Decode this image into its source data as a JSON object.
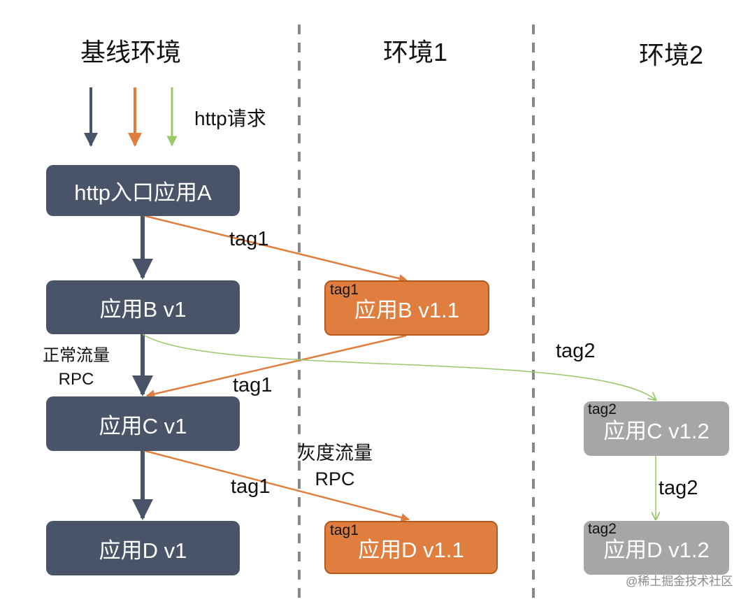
{
  "columns": {
    "baseline": "基线环境",
    "env1": "环境1",
    "env2": "环境2"
  },
  "http_request_label": "http请求",
  "boxes": {
    "a": {
      "label": "http入口应用A"
    },
    "b": {
      "label": "应用B v1"
    },
    "c": {
      "label": "应用C v1"
    },
    "d": {
      "label": "应用D v1"
    },
    "b11": {
      "label": "应用B v1.1",
      "tag": "tag1"
    },
    "d11": {
      "label": "应用D v1.1",
      "tag": "tag1"
    },
    "c12": {
      "label": "应用C v1.2",
      "tag": "tag2"
    },
    "d12": {
      "label": "应用D v1.2",
      "tag": "tag2"
    }
  },
  "edge_labels": {
    "a_to_b11": "tag1",
    "b11_to_c": "tag1",
    "c_to_d11": "tag1",
    "b_to_c12": "tag2",
    "c12_to_d12": "tag2"
  },
  "notes": {
    "normal_traffic": "正常流量",
    "normal_rpc": "RPC",
    "gray_traffic": "灰度流量",
    "gray_rpc": "RPC"
  },
  "watermark": "@稀土掘金技术社区",
  "colors": {
    "baseline_box": "#4a5468",
    "env1_box": "#df7e3f",
    "env2_box": "#a6a6a6",
    "tag1_arrow": "#df7e3f",
    "tag2_arrow": "#9bc86a",
    "divider": "#888888"
  }
}
